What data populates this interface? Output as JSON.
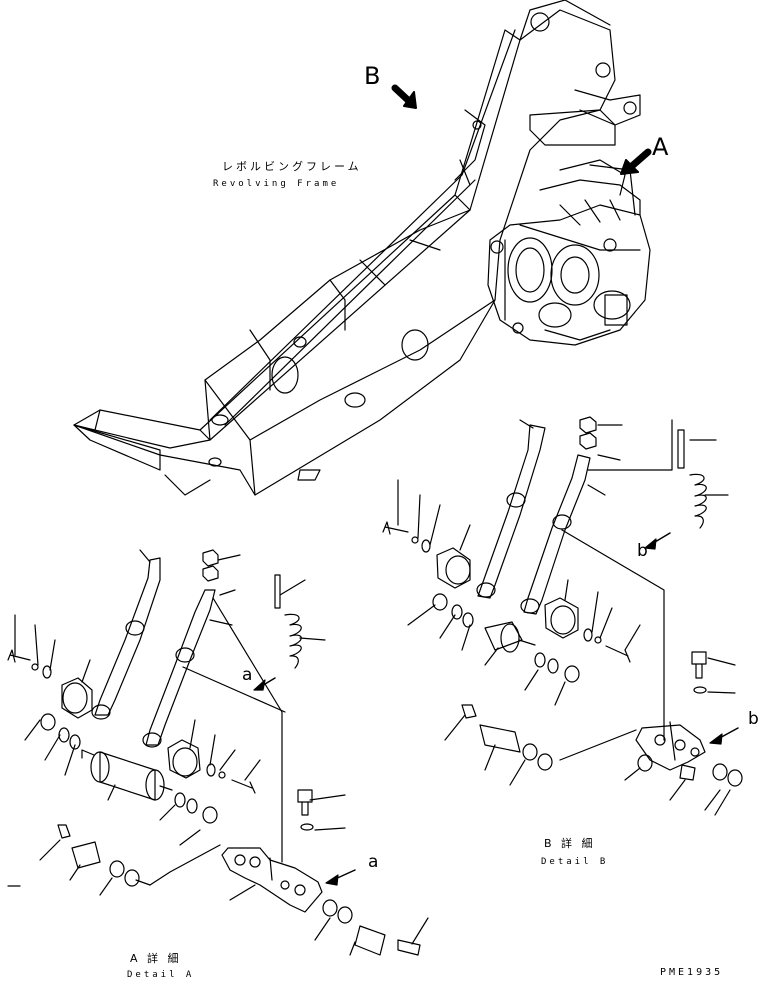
{
  "views": {
    "B": "B",
    "A": "A"
  },
  "refs": {
    "a_top": "a",
    "a_bottom": "a",
    "b_top": "b",
    "b_right": "b"
  },
  "captions": {
    "frame_jp": "レボルビングフレーム",
    "frame_en": "Revolving Frame",
    "detail_a_jp": "A 詳 細",
    "detail_a_en": "Detail A",
    "detail_b_jp": "B 詳 細",
    "detail_b_en": "Detail B"
  },
  "drawing_code": "PME1935"
}
